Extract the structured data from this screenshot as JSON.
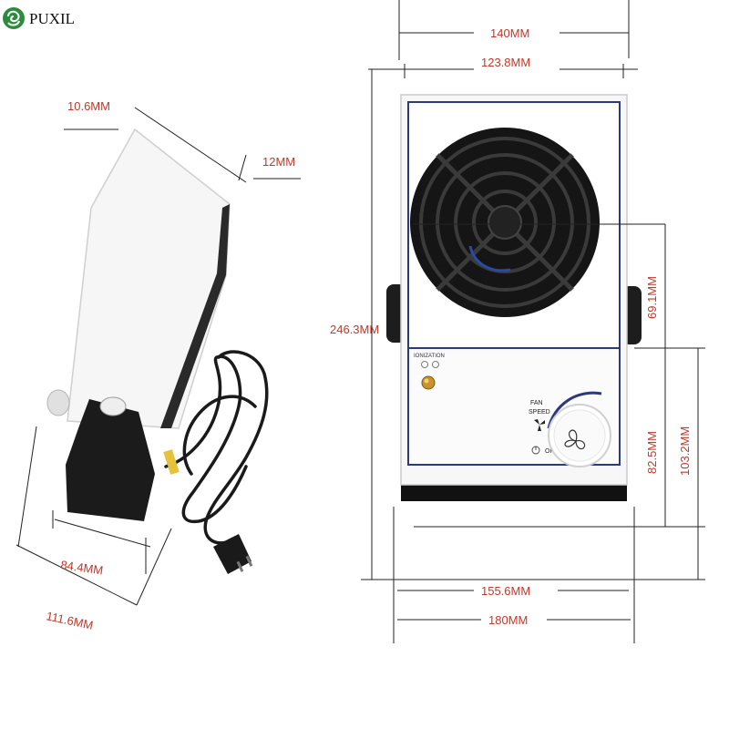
{
  "brand": {
    "name": "PUXIL"
  },
  "side_view": {
    "dims": {
      "top_depth": "10.6MM",
      "top_right": "12MM",
      "base_depth": "84.4MM",
      "total_depth": "111.6MM",
      "height": "246.3MM"
    }
  },
  "front_view": {
    "dims": {
      "top_width": "140MM",
      "inner_top_width": "123.8MM",
      "fan_height": "69.1MM",
      "panel_height": "82.5MM",
      "lower_height": "103.2MM",
      "inner_bottom_width": "155.6MM",
      "bottom_width": "180MM"
    },
    "panel": {
      "ionization_label": "IONIZATION",
      "fan_label": "FAN",
      "speed_label": "SPEED",
      "off_label": "OFF"
    }
  }
}
